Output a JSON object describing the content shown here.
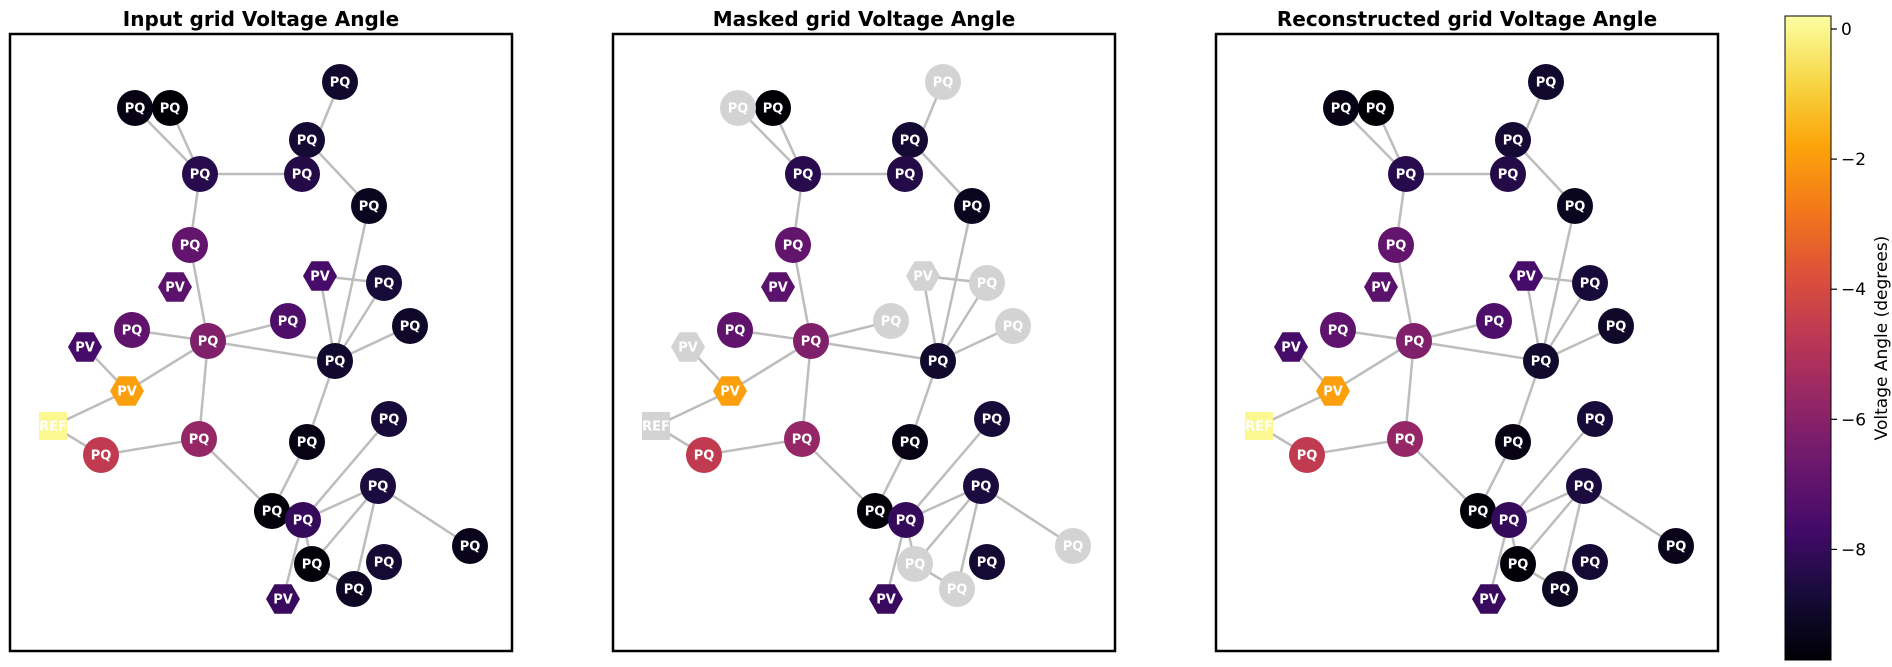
{
  "panels": [
    {
      "title": "Input grid Voltage Angle",
      "mode": "input"
    },
    {
      "title": "Masked grid Voltage Angle",
      "mode": "masked"
    },
    {
      "title": "Reconstructed grid Voltage Angle",
      "mode": "reconstructed"
    }
  ],
  "colorbar": {
    "label": "Voltage Angle (degrees)",
    "ticks": [
      "0",
      "−2",
      "−4",
      "−6",
      "−8"
    ],
    "tick_values": [
      0,
      -2,
      -4,
      -6,
      -8
    ],
    "min": -9.7,
    "max": 0.2,
    "colormap": "inferno"
  },
  "colors": {
    "masked_node": "#d3d3d3",
    "edge": "#bdbdbd",
    "frame": "#000000"
  },
  "nodes": [
    {
      "id": 0,
      "label": "REF",
      "kind": "square",
      "angle": 0.0,
      "masked": true
    },
    {
      "id": 1,
      "label": "PQ",
      "kind": "circle",
      "angle": -4.6,
      "masked": false
    },
    {
      "id": 2,
      "label": "PV",
      "kind": "hexagon",
      "angle": -1.9,
      "masked": false
    },
    {
      "id": 3,
      "label": "PV",
      "kind": "hexagon",
      "angle": -7.6,
      "masked": true
    },
    {
      "id": 4,
      "label": "PQ",
      "kind": "circle",
      "angle": -7.0,
      "masked": false
    },
    {
      "id": 5,
      "label": "PV",
      "kind": "hexagon",
      "angle": -7.1,
      "masked": true
    },
    {
      "id": 6,
      "label": "PQ",
      "kind": "circle",
      "angle": -6.9,
      "masked": false
    },
    {
      "id": 7,
      "label": "PQ",
      "kind": "circle",
      "angle": -6.2,
      "masked": false
    },
    {
      "id": 8,
      "label": "PQ",
      "kind": "circle",
      "angle": -6.7,
      "masked": false
    },
    {
      "id": 9,
      "label": "PQ",
      "kind": "circle",
      "angle": -8.4,
      "masked": false
    },
    {
      "id": 10,
      "label": "PQ",
      "kind": "circle",
      "angle": -8.9,
      "masked": true
    },
    {
      "id": 11,
      "label": "PQ",
      "kind": "circle",
      "angle": -9.6,
      "masked": false
    },
    {
      "id": 12,
      "label": "PQ",
      "kind": "circle",
      "angle": -8.3,
      "masked": false
    },
    {
      "id": 13,
      "label": "PQ",
      "kind": "circle",
      "angle": -8.8,
      "masked": true
    },
    {
      "id": 14,
      "label": "PV",
      "kind": "hexagon",
      "angle": -7.5,
      "masked": false
    },
    {
      "id": 15,
      "label": "PQ",
      "kind": "circle",
      "angle": -7.8,
      "masked": true
    },
    {
      "id": 16,
      "label": "PQ",
      "kind": "circle",
      "angle": -8.9,
      "masked": false
    },
    {
      "id": 17,
      "label": "PQ",
      "kind": "circle",
      "angle": -9.1,
      "masked": true
    },
    {
      "id": 18,
      "label": "PQ",
      "kind": "circle",
      "angle": -9.3,
      "masked": false
    },
    {
      "id": 19,
      "label": "PQ",
      "kind": "circle",
      "angle": -9.5,
      "masked": false
    },
    {
      "id": 20,
      "label": "PQ",
      "kind": "circle",
      "angle": -8.6,
      "masked": false
    },
    {
      "id": 21,
      "label": "PQ",
      "kind": "circle",
      "angle": -8.5,
      "masked": false
    },
    {
      "id": 22,
      "label": "PQ",
      "kind": "circle",
      "angle": -9.2,
      "masked": true
    },
    {
      "id": 23,
      "label": "PQ",
      "kind": "circle",
      "angle": -9.0,
      "masked": false
    },
    {
      "id": 24,
      "label": "PQ",
      "kind": "circle",
      "angle": -9.7,
      "masked": false
    },
    {
      "id": 25,
      "label": "PQ",
      "kind": "circle",
      "angle": -8.1,
      "masked": false
    },
    {
      "id": 26,
      "label": "PQ",
      "kind": "circle",
      "angle": -9.5,
      "masked": false
    },
    {
      "id": 27,
      "label": "PQ",
      "kind": "circle",
      "angle": -8.7,
      "masked": true
    },
    {
      "id": 28,
      "label": "PQ",
      "kind": "circle",
      "angle": -8.9,
      "masked": true
    },
    {
      "id": 29,
      "label": "PQ",
      "kind": "circle",
      "angle": -8.8,
      "masked": true
    },
    {
      "id": 30,
      "label": "PV",
      "kind": "hexagon",
      "angle": -7.9,
      "masked": false
    }
  ],
  "edges": [
    [
      0,
      1
    ],
    [
      0,
      2
    ],
    [
      2,
      3
    ],
    [
      2,
      7
    ],
    [
      2,
      8
    ],
    [
      1,
      8
    ],
    [
      7,
      4
    ],
    [
      7,
      5
    ],
    [
      7,
      6
    ],
    [
      7,
      9
    ],
    [
      7,
      14
    ],
    [
      6,
      9
    ],
    [
      9,
      10
    ],
    [
      9,
      12
    ],
    [
      9,
      13
    ],
    [
      9,
      16
    ],
    [
      10,
      11
    ],
    [
      11,
      12
    ],
    [
      12,
      15
    ],
    [
      15,
      22
    ],
    [
      15,
      14
    ],
    [
      16,
      18
    ],
    [
      18,
      19
    ],
    [
      8,
      18
    ],
    [
      19,
      20
    ],
    [
      19,
      21
    ],
    [
      20,
      21
    ],
    [
      21,
      24
    ],
    [
      19,
      25
    ],
    [
      19,
      26
    ],
    [
      25,
      26
    ],
    [
      26,
      28
    ],
    [
      25,
      27
    ],
    [
      27,
      29
    ],
    [
      19,
      30
    ],
    [
      29,
      28
    ]
  ]
}
